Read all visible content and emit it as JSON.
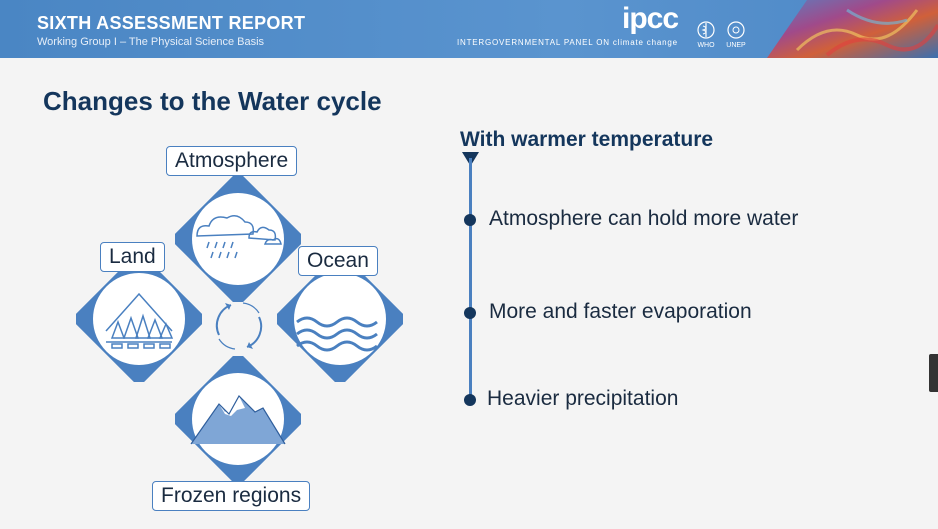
{
  "header": {
    "title": "SIXTH ASSESSMENT REPORT",
    "subtitle": "Working Group I – The Physical Science Basis",
    "logo": "ipcc",
    "tagline": "INTERGOVERNMENTAL PANEL ON climate change",
    "who_label": "WHO",
    "unep_label": "UNEP"
  },
  "slide": {
    "title": "Changes to the Water cycle"
  },
  "cycle": {
    "atmosphere": "Atmosphere",
    "land": "Land",
    "ocean": "Ocean",
    "frozen": "Frozen regions"
  },
  "list": {
    "heading": "With warmer temperature",
    "items": [
      "Atmosphere can hold more water",
      "More and faster evaporation",
      "Heavier precipitation"
    ]
  },
  "colors": {
    "brand_blue": "#4a80c0",
    "title_navy": "#14365c"
  }
}
